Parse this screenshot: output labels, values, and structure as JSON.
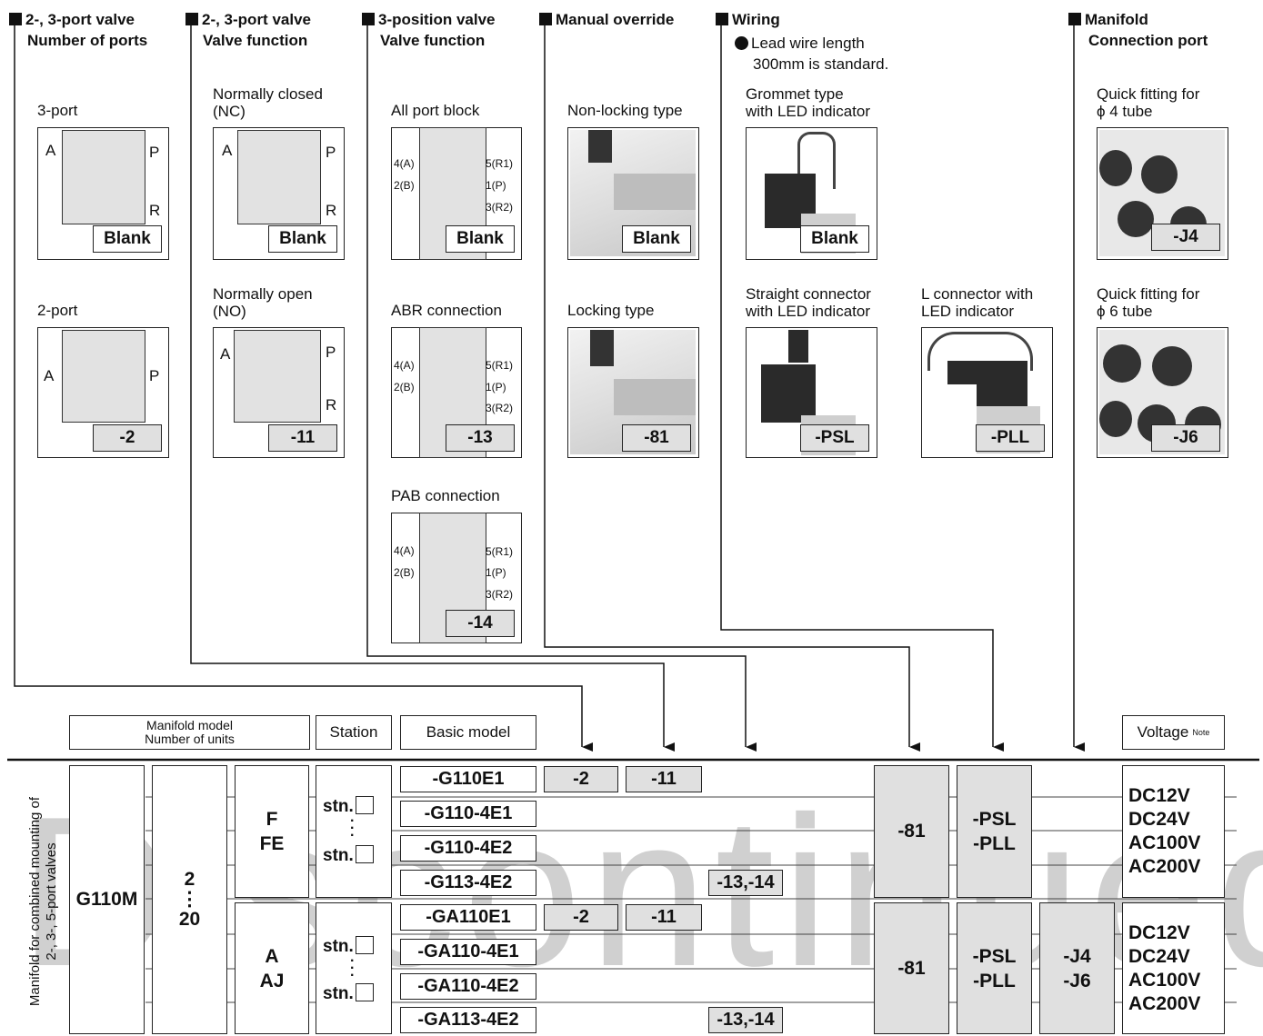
{
  "headers": {
    "ports": [
      "2-, 3-port valve",
      "Number of ports"
    ],
    "function23": [
      "2-, 3-port valve",
      "Valve function"
    ],
    "function3pos": [
      "3-position valve",
      "Valve function"
    ],
    "override": [
      "Manual override"
    ],
    "wiring": [
      "Wiring"
    ],
    "wiring_note": [
      "Lead wire length",
      "300mm is standard."
    ],
    "manifold": [
      "Manifold",
      "Connection port"
    ]
  },
  "ports": [
    {
      "label": "3-port",
      "code": "Blank"
    },
    {
      "label": "2-port",
      "code": "-2"
    }
  ],
  "function23": [
    {
      "label": [
        "Normally closed",
        "(NC)"
      ],
      "code": "Blank"
    },
    {
      "label": [
        "Normally open",
        "(NO)"
      ],
      "code": "-11"
    }
  ],
  "function3pos": [
    {
      "label": "All port block",
      "code": "Blank"
    },
    {
      "label": "ABR connection",
      "code": "-13"
    },
    {
      "label": "PAB connection",
      "code": "-14"
    }
  ],
  "override": [
    {
      "label": "Non-locking type",
      "code": "Blank"
    },
    {
      "label": "Locking type",
      "code": "-81"
    }
  ],
  "wiring": [
    {
      "label": [
        "Grommet type",
        "with LED indicator"
      ],
      "code": "Blank"
    },
    {
      "label": [
        "Straight connector",
        "with LED indicator"
      ],
      "code": "-PSL"
    },
    {
      "label": [
        "L connector with",
        "LED indicator"
      ],
      "code": "-PLL"
    }
  ],
  "manifold": [
    {
      "label": [
        "Quick fitting for",
        "ϕ 4 tube"
      ],
      "code": "-J4"
    },
    {
      "label": [
        "Quick fitting for",
        "ϕ 6 tube"
      ],
      "code": "-J6"
    }
  ],
  "symbol_ports": {
    "A": "A",
    "P": "P",
    "R": "R",
    "p4A": "4(A)",
    "p2B": "2(B)",
    "p5R1": "5(R1)",
    "p1P": "1(P)",
    "p3R2": "3(R2)"
  },
  "table": {
    "col_headers": {
      "manifold_model": [
        "Manifold model",
        "Number of units"
      ],
      "station": "Station",
      "basic_model": "Basic model",
      "voltage": "Voltage",
      "voltage_note": "Note"
    },
    "side_label": [
      "Manifold for combined mounting of",
      "2-, 3-, 5-port valves"
    ],
    "model": "G110M",
    "units": [
      "2",
      "⋮",
      "20"
    ],
    "series_top": [
      "F",
      "FE"
    ],
    "series_bottom": [
      "A",
      "AJ"
    ],
    "station_text": "stn.",
    "basic_models": [
      "-G110E1",
      "-G110-4E1",
      "-G110-4E2",
      "-G113-4E2",
      "-GA110E1",
      "-GA110-4E1",
      "-GA110-4E2",
      "-GA113-4E2"
    ],
    "ports_code": "-2",
    "function_code": "-11",
    "function3_code": "-13,-14",
    "override_code": "-81",
    "wiring_codes": [
      "-PSL",
      "-PLL"
    ],
    "manifold_codes": [
      "-J4",
      "-J6"
    ],
    "voltages": [
      "DC12V",
      "DC24V",
      "AC100V",
      "AC200V"
    ]
  },
  "watermark": "Discontinued"
}
